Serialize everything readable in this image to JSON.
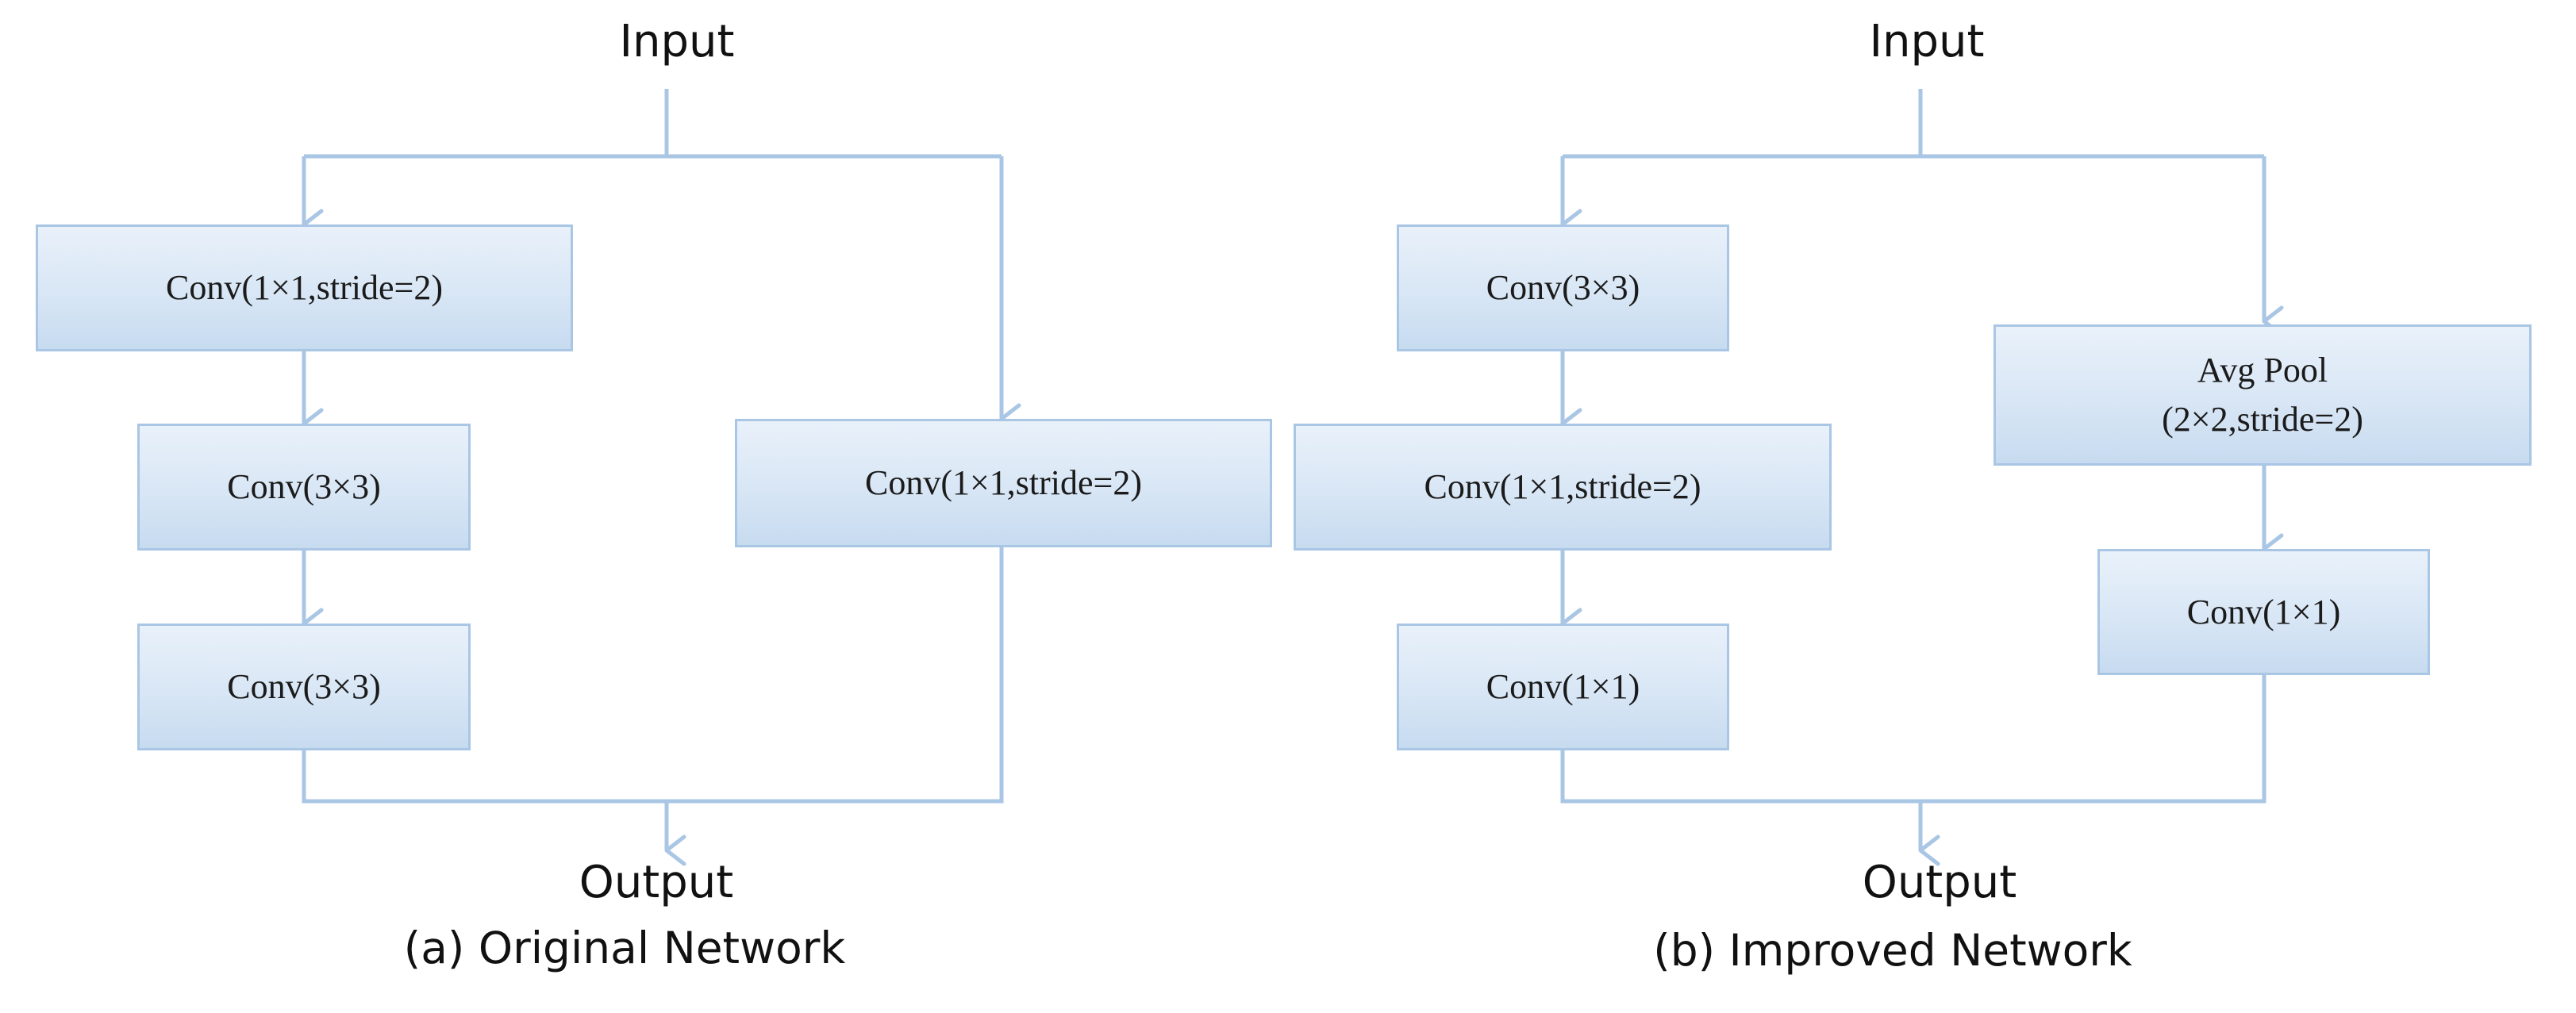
{
  "panels": [
    {
      "id": "a",
      "input": "Input",
      "output": "Output",
      "caption": "(a)  Original Network",
      "nodes": [
        {
          "id": "a1",
          "lines": [
            "Conv(1×1,stride=2)"
          ]
        },
        {
          "id": "a2",
          "lines": [
            "Conv(3×3)"
          ]
        },
        {
          "id": "a3",
          "lines": [
            "Conv(3×3)"
          ]
        },
        {
          "id": "a4",
          "lines": [
            "Conv(1×1,stride=2)"
          ]
        }
      ]
    },
    {
      "id": "b",
      "input": "Input",
      "output": "Output",
      "caption": "(b)   Improved Network",
      "nodes": [
        {
          "id": "b1",
          "lines": [
            "Conv(3×3)"
          ]
        },
        {
          "id": "b2",
          "lines": [
            "Conv(1×1,stride=2)"
          ]
        },
        {
          "id": "b3",
          "lines": [
            "Conv(1×1)"
          ]
        },
        {
          "id": "b4",
          "lines": [
            "Avg Pool",
            "(2×2,stride=2)"
          ]
        },
        {
          "id": "b5",
          "lines": [
            "Conv(1×1)"
          ]
        }
      ]
    }
  ],
  "colors": {
    "connector": "#a9c6e4",
    "box_border": "#a9c6e4",
    "box_fill_top": "#e9f1fa",
    "box_fill_bottom": "#c7dbf0",
    "text": "#111111"
  }
}
